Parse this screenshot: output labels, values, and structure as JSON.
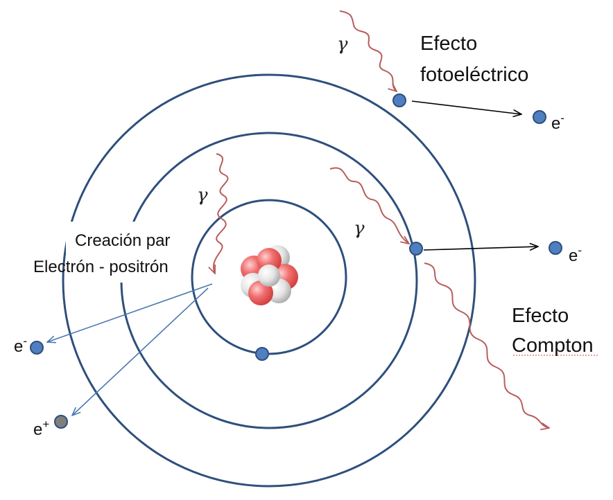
{
  "labels": {
    "photoelectric_line1": "Efecto",
    "photoelectric_line2": "fotoeléctrico",
    "compton_line1": "Efecto",
    "compton_line2": "Compton",
    "pair_line1": "Creación par",
    "pair_line2": "Electrón - positrón",
    "gamma": "γ",
    "electron": "e",
    "electron_sup": "-",
    "positron": "e",
    "positron_sup": "+"
  },
  "colors": {
    "orbit": "#2e4f7c",
    "electron": "#4f7fc0",
    "positron": "#7f7f7f",
    "photon": "#b85c5c",
    "arrow_black": "#000000",
    "arrow_blue": "#4a78b0",
    "proton": "#e85555",
    "neutron": "#d8d8d8"
  }
}
